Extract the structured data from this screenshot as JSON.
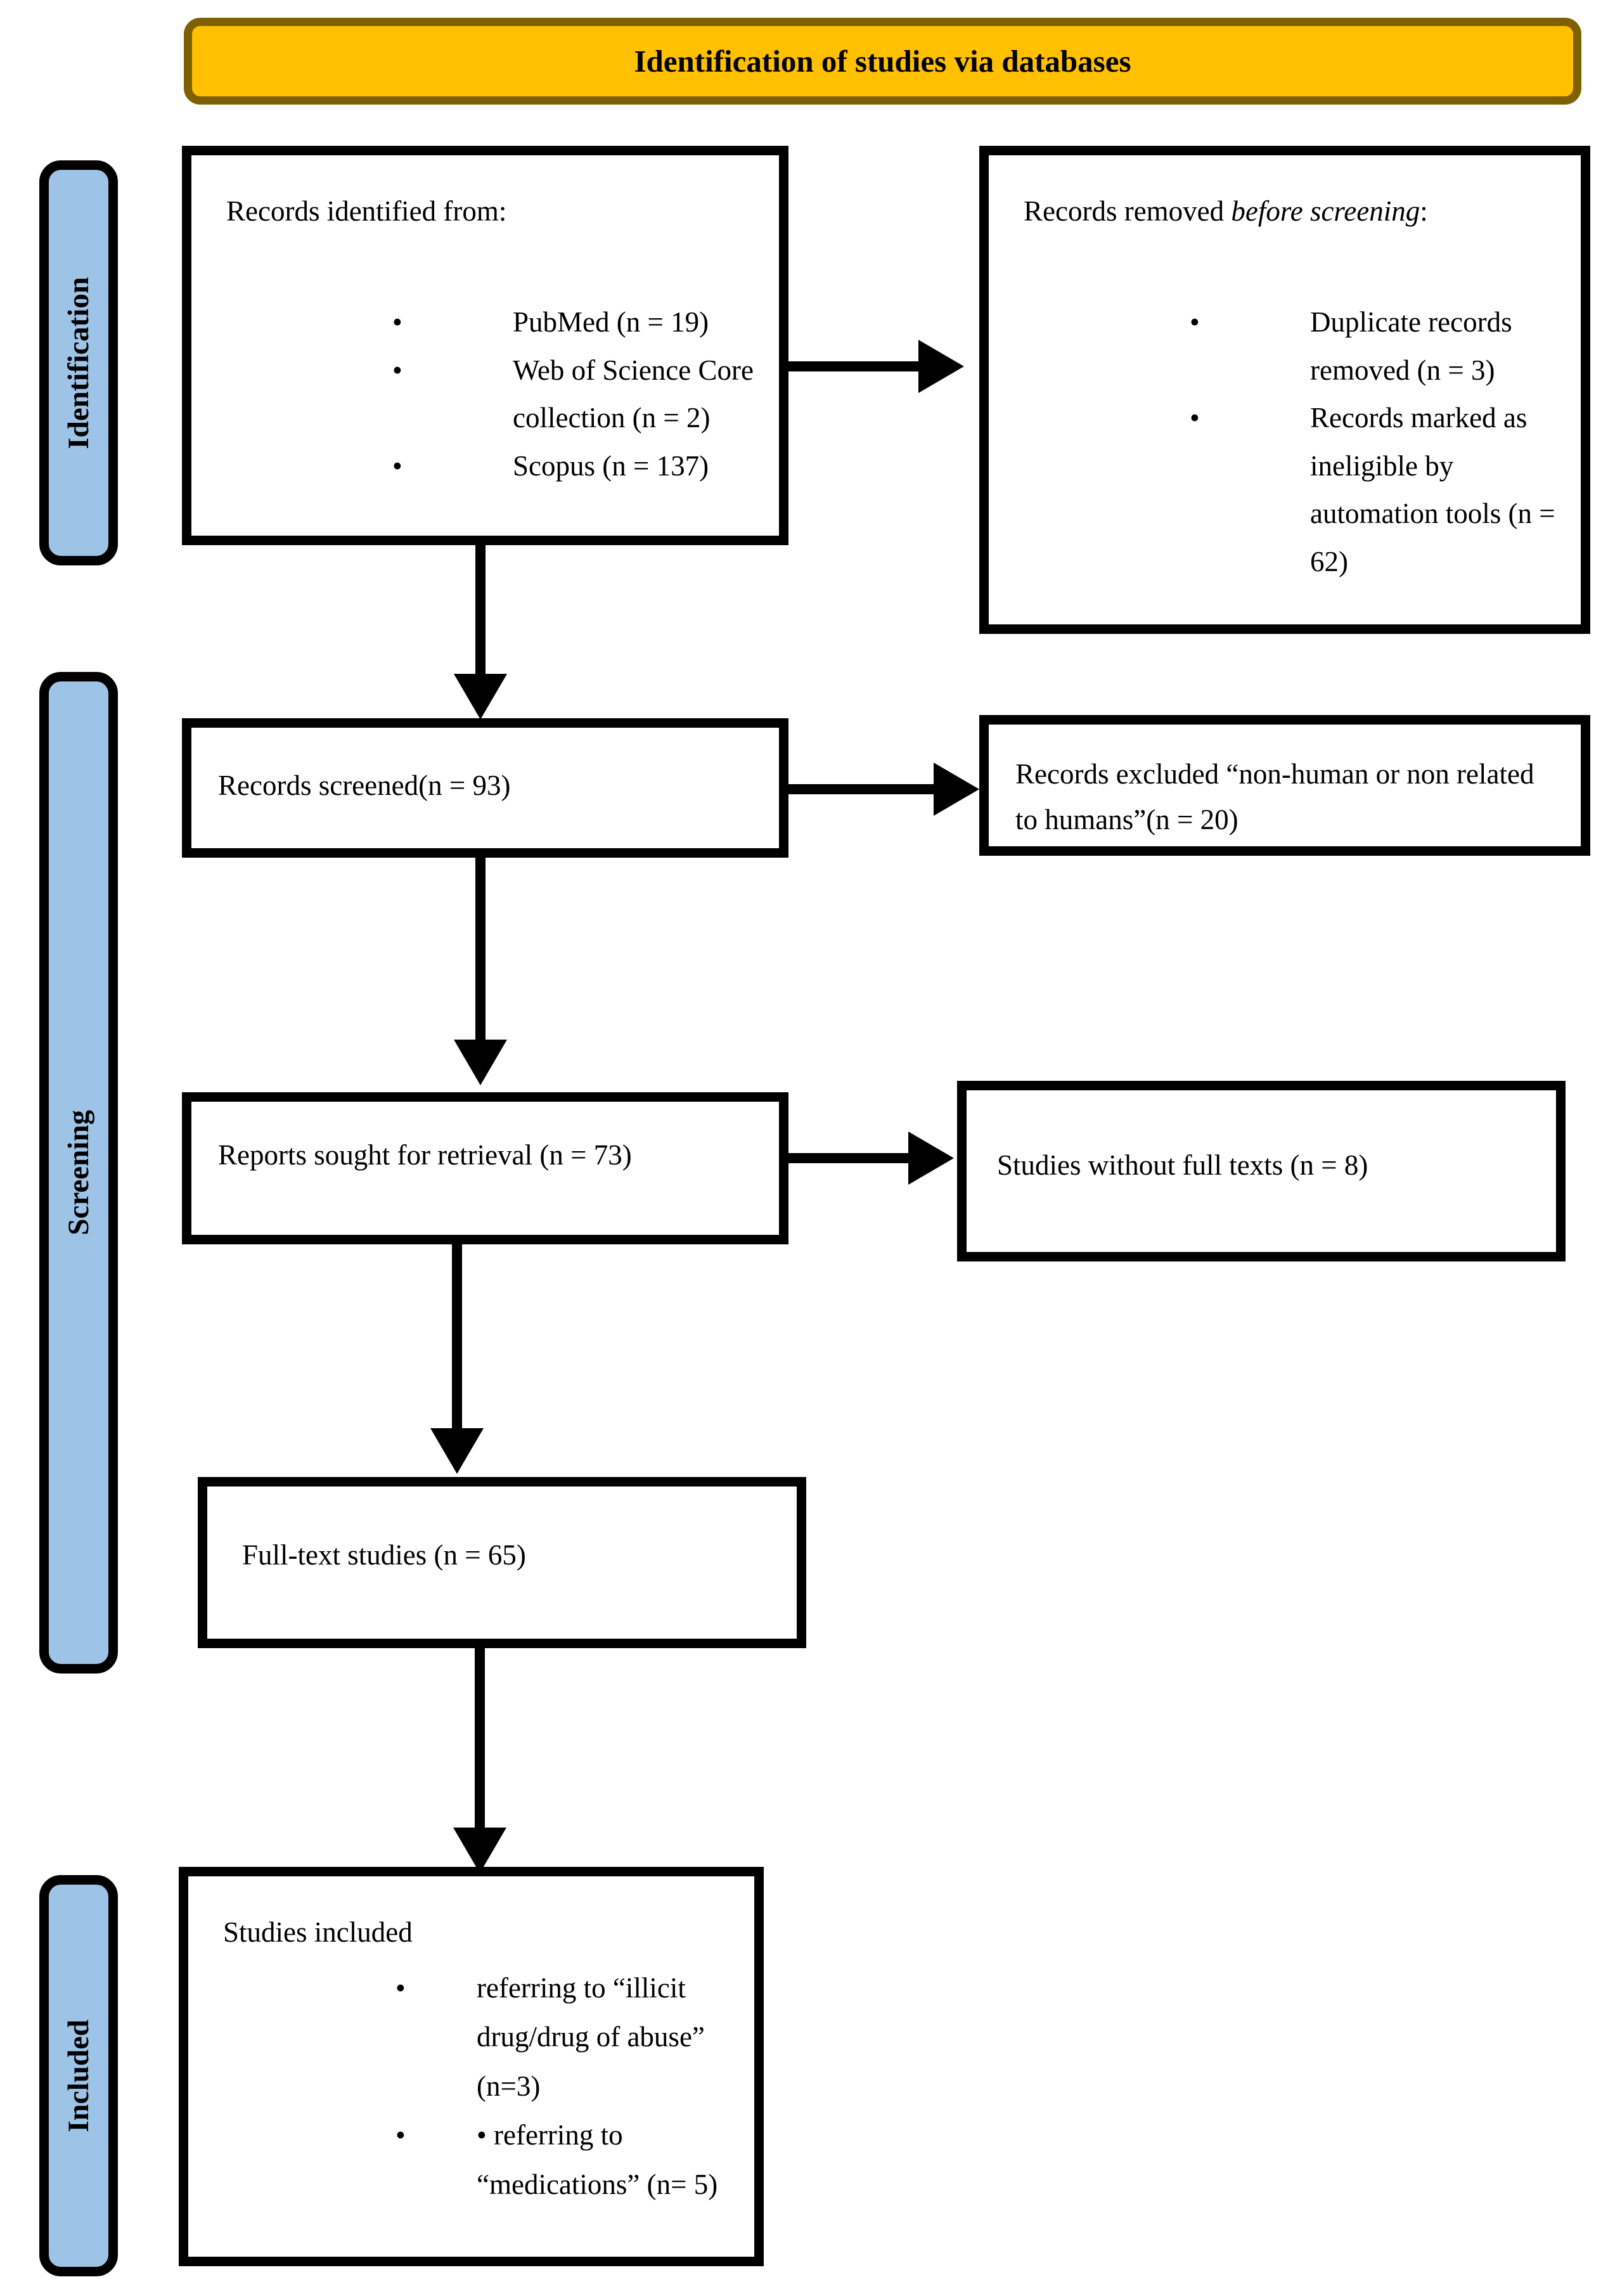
{
  "banner": {
    "title": "Identification of studies via databases"
  },
  "sidebar": [
    {
      "label": "Identification"
    },
    {
      "label": "Screening"
    },
    {
      "label": "Included"
    }
  ],
  "boxes": {
    "identified": {
      "heading": "Records identified from:",
      "bullets": [
        "PubMed (n = 19)",
        "Web of Science Core collection (n = 2)",
        "Scopus (n = 137)"
      ]
    },
    "removed": {
      "heading_prefix": "Records removed ",
      "heading_italic": "before screening",
      "heading_suffix": ":",
      "bullets": [
        "Duplicate records removed (n = 3)",
        "Records marked as ineligible by automation tools (n = 62)"
      ]
    },
    "screened": {
      "text": "Records screened(n = 93)"
    },
    "excluded": {
      "text": "Records excluded “non-human or non related to humans”(n = 20)"
    },
    "sought": {
      "text": "Reports sought for retrieval (n = 73)"
    },
    "no_fulltext": {
      "text": "Studies without full texts (n = 8)"
    },
    "fulltext": {
      "text": "Full-text studies (n = 65)"
    },
    "included": {
      "heading": "Studies included",
      "bullets": [
        "referring to “illicit drug/drug of abuse” (n=3)",
        "•  referring to “medications” (n= 5)"
      ]
    }
  },
  "colors": {
    "banner_fill": "#FFC000",
    "banner_border": "#7F6000",
    "stage_fill": "#9DC3E6",
    "box_border": "#000000",
    "arrow": "#000000",
    "background": "#FFFFFF"
  }
}
